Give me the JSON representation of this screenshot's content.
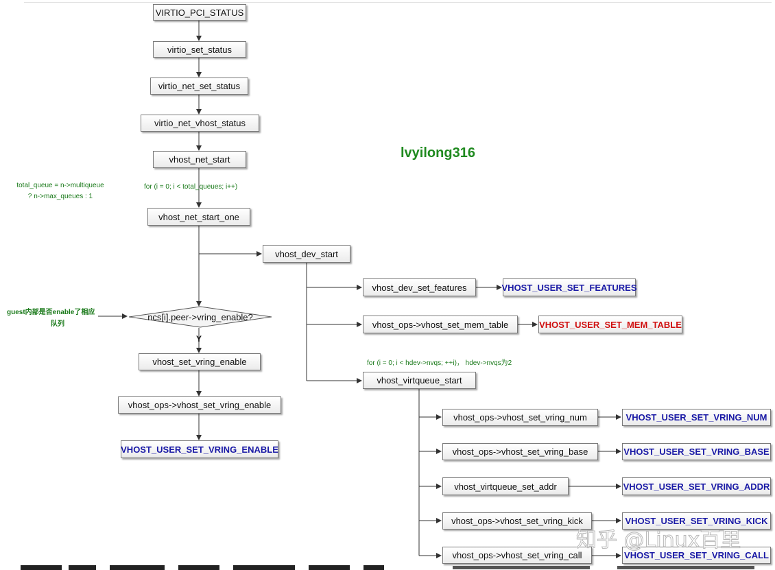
{
  "diagram": {
    "author": "lvyilong316",
    "watermark": "知乎 @Linux百里",
    "main_chain": {
      "virtio_pci_status": "VIRTIO_PCI_STATUS",
      "virtio_set_status": "virtio_set_status",
      "virtio_net_set_status": "virtio_net_set_status",
      "virtio_net_vhost_status": "virtio_net_vhost_status",
      "vhost_net_start": "vhost_net_start",
      "vhost_net_start_one": "vhost_net_start_one"
    },
    "loop_note_total_queues": "for (i = 0; i < total_queues; i++)",
    "total_queue_note": {
      "line1": "total_queue = n->multiqueue",
      "line2": "? n->max_queues : 1"
    },
    "vhost_dev_start": "vhost_dev_start",
    "dev_start_children": {
      "set_features": "vhost_dev_set_features",
      "set_features_msg": "VHOST_USER_SET_FEATURES",
      "set_mem_table": "vhost_ops->vhost_set_mem_table",
      "set_mem_table_msg": "VHOST_USER_SET_MEM_TABLE",
      "loop_note": "for (i = 0; i < hdev->nvqs; ++i)，  hdev->nvqs为2",
      "virtqueue_start": "vhost_virtqueue_start"
    },
    "virtqueue_children": [
      {
        "func": "vhost_ops->vhost_set_vring_num",
        "msg": "VHOST_USER_SET_VRING_NUM"
      },
      {
        "func": "vhost_ops->vhost_set_vring_base",
        "msg": "VHOST_USER_SET_VRING_BASE"
      },
      {
        "func": "vhost_virtqueue_set_addr",
        "msg": "VHOST_USER_SET_VRING_ADDR"
      },
      {
        "func": "vhost_ops->vhost_set_vring_kick",
        "msg": "VHOST_USER_SET_VRING_KICK"
      },
      {
        "func": "vhost_ops->vhost_set_vring_call",
        "msg": "VHOST_USER_SET_VRING_CALL"
      }
    ],
    "decision": {
      "label": "ncs[i].peer->vring_enable?",
      "note_line1": "guest内部是否enable了相应",
      "note_line2": "队列",
      "yes_label": "Y"
    },
    "vring_enable_chain": {
      "set_vring_enable": "vhost_set_vring_enable",
      "ops_set_vring_enable": "vhost_ops->vhost_set_vring_enable",
      "msg": "VHOST_USER_SET_VRING_ENABLE"
    },
    "colors": {
      "line": "#333333",
      "msg_blue": "#1a1aa6",
      "msg_red": "#d01010",
      "note_green": "#1a7a1a",
      "author_green": "#1f8a1f"
    }
  }
}
